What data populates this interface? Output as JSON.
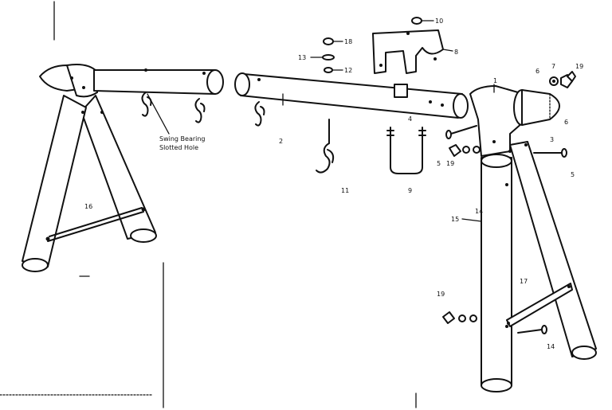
{
  "callouts": {
    "c1": "1",
    "c2": "2",
    "c3": "3",
    "c4": "4",
    "c5a": "5",
    "c5b": "5",
    "c6a": "6",
    "c6b": "6",
    "c7": "7",
    "c8": "8",
    "c9": "9",
    "c10": "10",
    "c11": "11",
    "c12": "12",
    "c13": "13",
    "c14a": "14",
    "c14b": "14",
    "c15": "15",
    "c16": "16",
    "c17": "17",
    "c18": "18",
    "c19a": "19",
    "c19b": "19",
    "c19c": "19"
  },
  "notes": {
    "swing_bearing_line1": "Swing Bearing",
    "swing_bearing_line2": "Slotted Hole"
  }
}
